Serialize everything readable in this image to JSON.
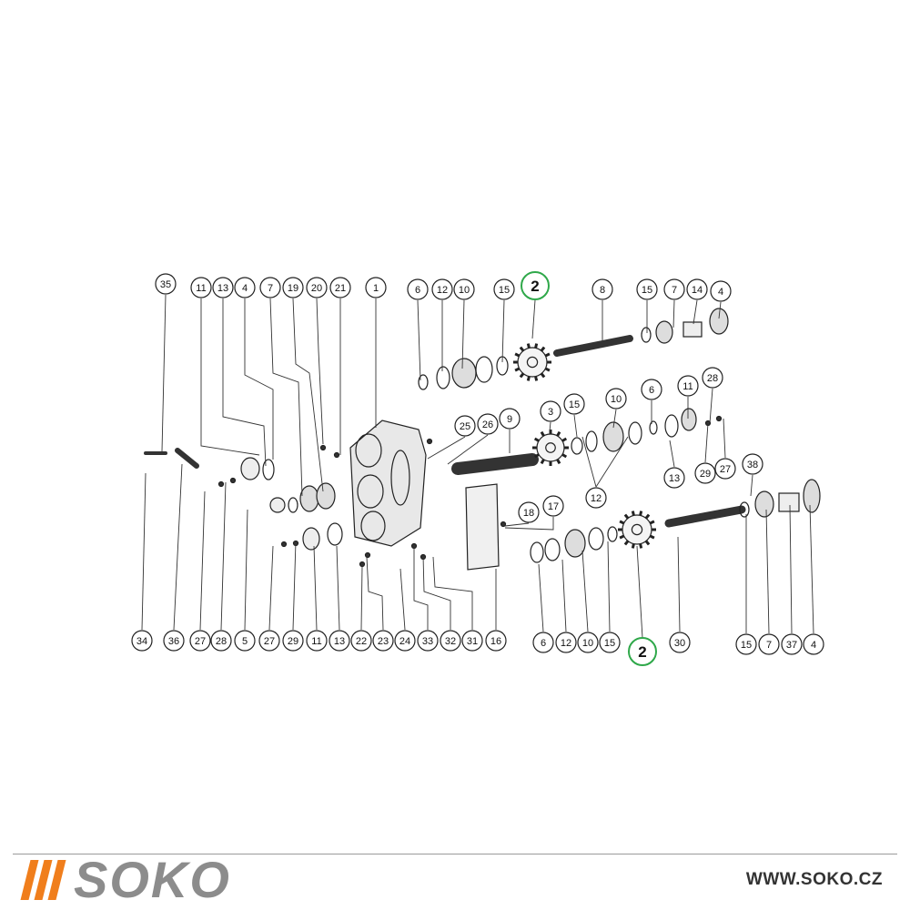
{
  "brand": {
    "name": "SOKO",
    "url": "WWW.SOKO.CZ",
    "accent": "#f07e1c",
    "text_color": "#8c8c8c"
  },
  "highlight_color": "#2fa84a",
  "callouts": [
    {
      "label": "35"
    },
    {
      "label": "11"
    },
    {
      "label": "13"
    },
    {
      "label": "4"
    },
    {
      "label": "7"
    },
    {
      "label": "19"
    },
    {
      "label": "20"
    },
    {
      "label": "21"
    },
    {
      "label": "1"
    },
    {
      "label": "6"
    },
    {
      "label": "12"
    },
    {
      "label": "10"
    },
    {
      "label": "15"
    },
    {
      "label": "2",
      "highlight": true
    },
    {
      "label": "8"
    },
    {
      "label": "15"
    },
    {
      "label": "7"
    },
    {
      "label": "14"
    },
    {
      "label": "4"
    },
    {
      "label": "25"
    },
    {
      "label": "26"
    },
    {
      "label": "9"
    },
    {
      "label": "3"
    },
    {
      "label": "15"
    },
    {
      "label": "10"
    },
    {
      "label": "6"
    },
    {
      "label": "11"
    },
    {
      "label": "28"
    },
    {
      "label": "13"
    },
    {
      "label": "29"
    },
    {
      "label": "27"
    },
    {
      "label": "12"
    },
    {
      "label": "38"
    },
    {
      "label": "18"
    },
    {
      "label": "17"
    },
    {
      "label": "34"
    },
    {
      "label": "36"
    },
    {
      "label": "27"
    },
    {
      "label": "28"
    },
    {
      "label": "5"
    },
    {
      "label": "27"
    },
    {
      "label": "29"
    },
    {
      "label": "11"
    },
    {
      "label": "13"
    },
    {
      "label": "22"
    },
    {
      "label": "23"
    },
    {
      "label": "24"
    },
    {
      "label": "33"
    },
    {
      "label": "32"
    },
    {
      "label": "31"
    },
    {
      "label": "16"
    },
    {
      "label": "6"
    },
    {
      "label": "12"
    },
    {
      "label": "10"
    },
    {
      "label": "15"
    },
    {
      "label": "2",
      "highlight": true
    },
    {
      "label": "30"
    },
    {
      "label": "15"
    },
    {
      "label": "7"
    },
    {
      "label": "37"
    },
    {
      "label": "4"
    }
  ]
}
